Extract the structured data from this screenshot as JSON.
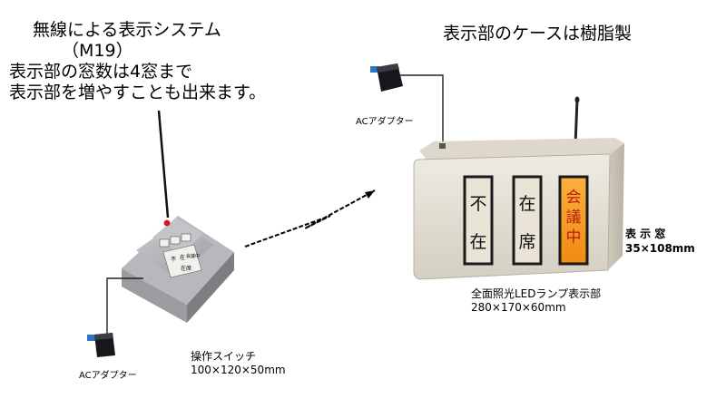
{
  "intro": {
    "line1": "無線による表示システム",
    "line2": "（M19）",
    "line3": "表示部の窓数は4窓まで",
    "line4": "表示部を増やすことも出来ます。"
  },
  "case_note": "表示部のケースは樹脂製",
  "adapter_label_top": "ACアダプター",
  "adapter_label_bottom": "ACアダプター",
  "switch": {
    "name": "操作スイッチ",
    "size": "100×120×50mm",
    "key_labels": [
      "不",
      "在",
      "会議中",
      "在席"
    ]
  },
  "display_panel": {
    "windows": [
      {
        "chars": [
          "不",
          "在"
        ],
        "lit": false
      },
      {
        "chars": [
          "在",
          "席"
        ],
        "lit": false
      },
      {
        "chars": [
          "会",
          "議",
          "中"
        ],
        "lit": true
      }
    ],
    "name": "全面照光LEDランプ表示部",
    "size": "280×170×60mm"
  },
  "window_spec": {
    "name": "表 示 窓",
    "size": "35×108mm"
  },
  "colors": {
    "case_body": "#e4e0d4",
    "lit_window": "#f59a1e",
    "lit_text": "#b81c0c",
    "switch_body": "#a9aaad"
  }
}
